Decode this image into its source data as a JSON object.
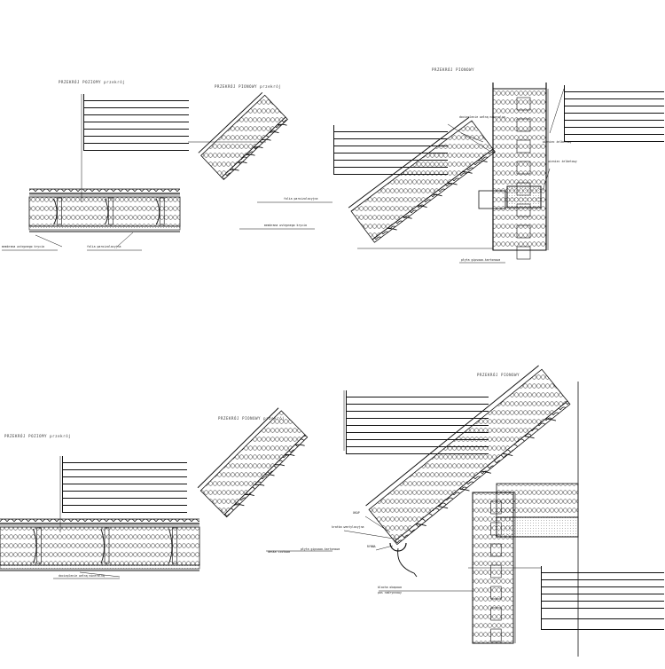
{
  "drawing": {
    "details": [
      {
        "id": "d1",
        "title": "PRZEKRÓJ POZIOMY przekrój"
      },
      {
        "id": "d2",
        "title": "PRZEKRÓJ PIONOWY przekrój"
      },
      {
        "id": "d3",
        "title": "PRZEKRÓJ PIONOWY"
      },
      {
        "id": "d4",
        "title": "PRZEKRÓJ POZIOMY przekrój"
      },
      {
        "id": "d5",
        "title": "PRZEKRÓJ PIONOWY przekrój"
      },
      {
        "id": "d6",
        "title": "PRZEKRÓJ PIONOWY"
      }
    ],
    "callouts": {
      "okap": "OKAP",
      "rynna": "RYNNA",
      "blacha": "blacha okapowa",
      "pas": "pas nadrynnowy",
      "kratka": "kratka wentylacyjna",
      "deska": "deska czołowa",
      "membrana": "membrana wstępnego krycia",
      "folia": "folia paroizolacyjna",
      "wieniec": "wieniec żelbetowy",
      "docieplenie": "docieplenie wełną mineralną",
      "plyta": "płyta gipsowo-kartonowa"
    }
  }
}
